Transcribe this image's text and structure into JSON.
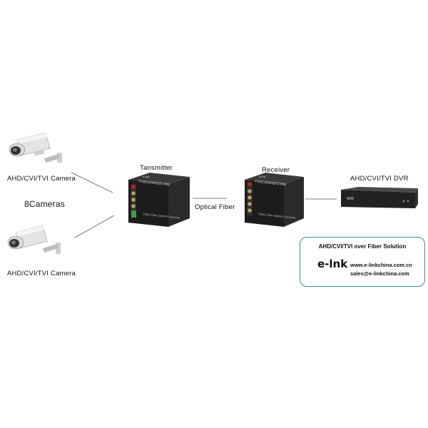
{
  "labels": {
    "camera_top": "AHD/CVI/TVI Camera",
    "camera_bottom": "AHD/CVI/TVI Camera",
    "cameras_count": "8Cameras",
    "transmitter": "Tansmitter",
    "receiver": "Receiver",
    "optical_fiber": "Optical Fiber",
    "dvr": "AHD/CVI/TVI DVR"
  },
  "devices": {
    "tx_face": "TVI/CVI/AHD/CVBS",
    "tx_side": "Video Fiber Optical Converter",
    "rx_face": "TVI/CVI/AHD/CVBS",
    "rx_side": "Video Fiber Optical Converter",
    "brand": "e-link"
  },
  "info": {
    "title": "AHD/CVI/TVI over Fiber Solution",
    "logo_text": "e-lnk",
    "website": "www.e-linkchina.com.cn",
    "email": "sales@e-linkchina.com"
  },
  "colors": {
    "box_border": "#3a8a9a",
    "line": "#555555",
    "device_body": "#1c1c1c"
  }
}
